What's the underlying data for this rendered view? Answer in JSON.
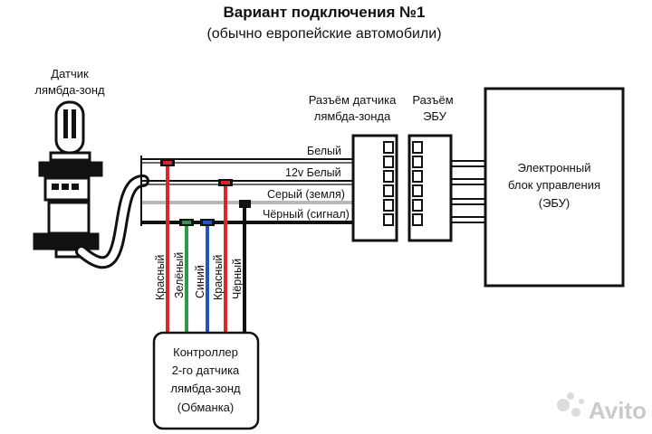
{
  "title": "Вариант подключения №1",
  "subtitle": "(обычно европейские автомобили)",
  "sensor": {
    "line1": "Датчик",
    "line2": "лямбда-зонд"
  },
  "sensor_connector": {
    "line1": "Разъём датчика",
    "line2": "лямбда-зонда"
  },
  "ecu_connector": {
    "line1": "Разъём",
    "line2": "ЭБУ"
  },
  "ecu": {
    "line1": "Электронный",
    "line2": "блок управления",
    "line3": "(ЭБУ)"
  },
  "wires": [
    {
      "label": "Белый"
    },
    {
      "label": "12v Белый"
    },
    {
      "label": "Серый (земля)"
    },
    {
      "label": "Чёрный (сигнал)"
    }
  ],
  "controller_wires": [
    {
      "label": "Красный",
      "color": "#d62828"
    },
    {
      "label": "Зелёный",
      "color": "#2e9a46"
    },
    {
      "label": "Синий",
      "color": "#2255c4"
    },
    {
      "label": "Красный",
      "color": "#d62828"
    },
    {
      "label": "Чёрный",
      "color": "#111111"
    }
  ],
  "controller": {
    "line1": "Контроллер",
    "line2": "2-го датчика",
    "line3": "лямбда-зонд",
    "line4": "(Обманка)"
  },
  "watermark": "Avito",
  "colors": {
    "red": "#d62828",
    "green": "#2e9a46",
    "blue": "#2255c4",
    "black": "#111111",
    "grey_wire": "#b8b8b8"
  },
  "icons": [
    "avito-logo-icon"
  ]
}
